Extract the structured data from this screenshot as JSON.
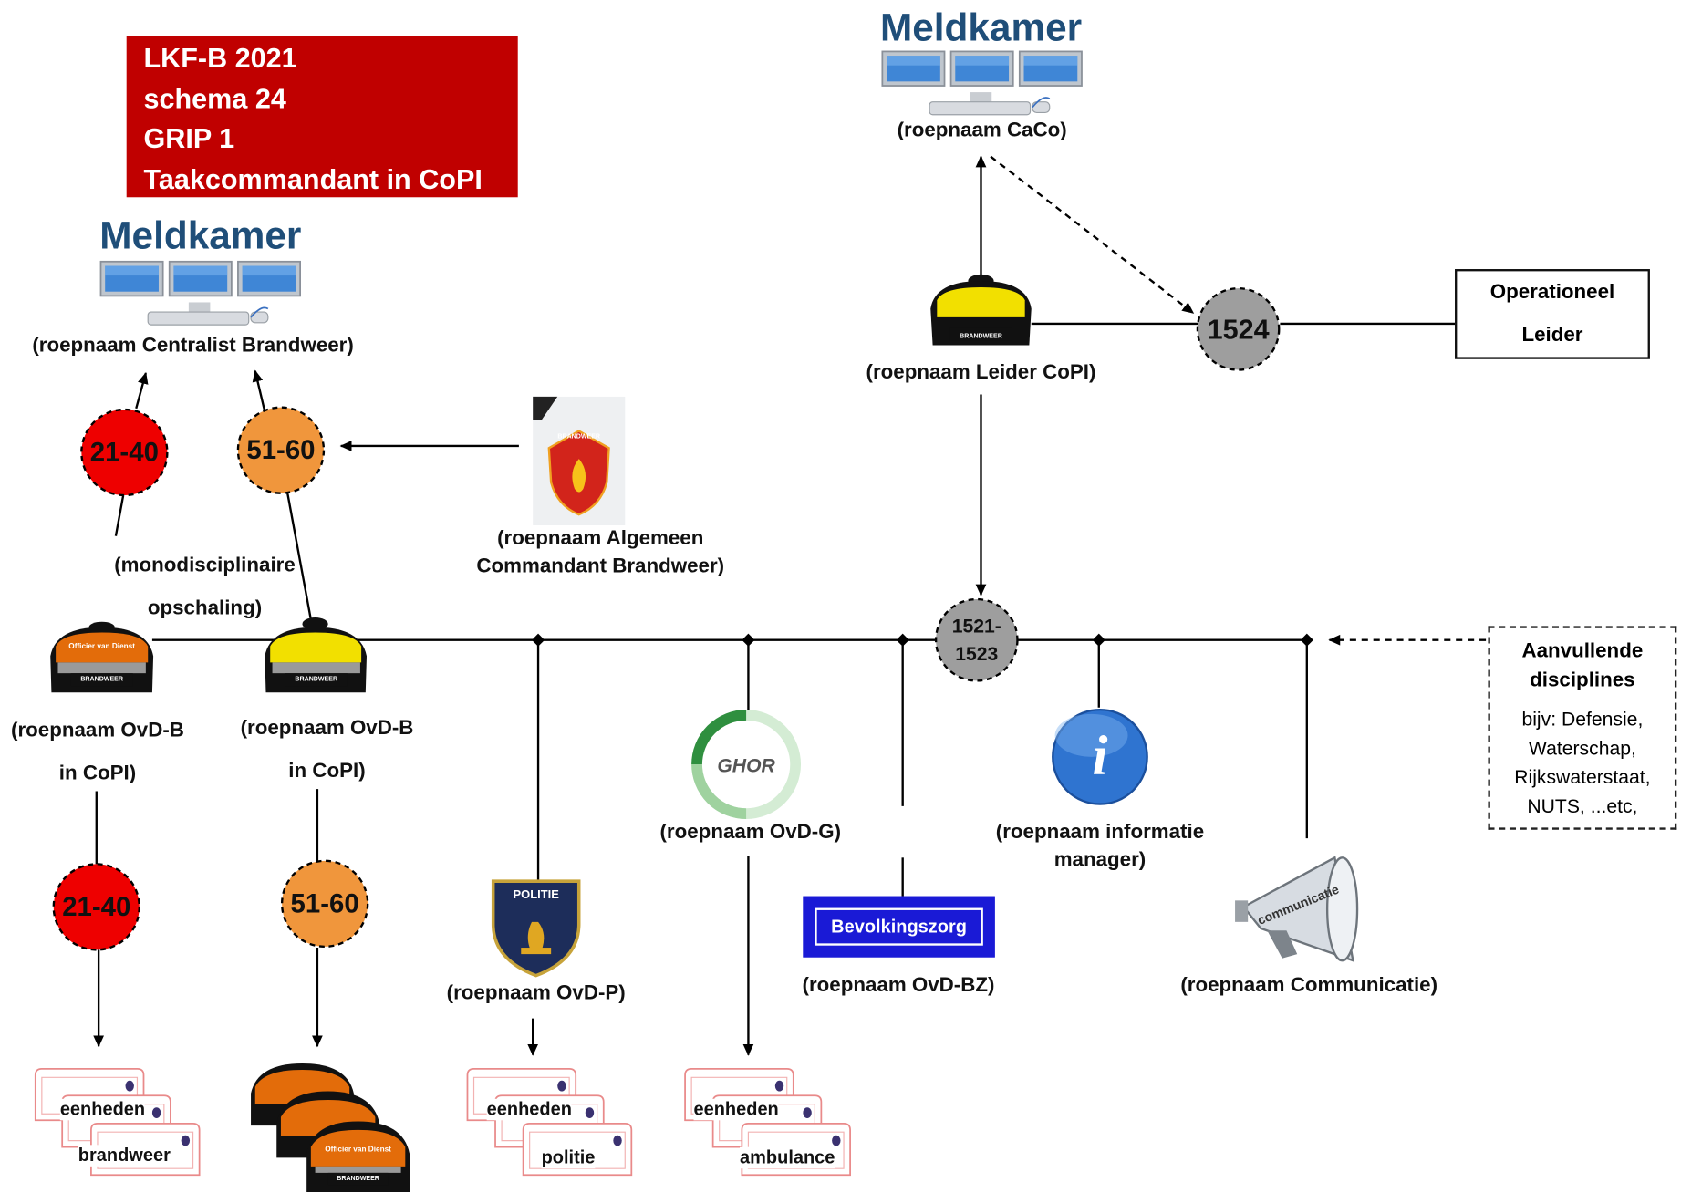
{
  "title_box": {
    "lines": [
      "LKF-B 2021",
      "schema 24",
      "GRIP 1",
      "Taakcommandant in CoPI"
    ],
    "color": "#c00000"
  },
  "meldkamer_left": {
    "title": "Meldkamer",
    "label": "(roepnaam Centralist Brandweer)"
  },
  "meldkamer_top": {
    "title": "Meldkamer",
    "label": "(roepnaam CaCo)"
  },
  "leider_copi": {
    "label": "(roepnaam Leider CoPI)",
    "helmet_text": "BRANDWEER"
  },
  "node_1524": {
    "text": "1524"
  },
  "operationeel_leider": {
    "line1": "Operationeel",
    "line2": "Leider"
  },
  "node_1521": {
    "line1": "1521-",
    "line2": "1523"
  },
  "channel_21_40": {
    "text": "21-40",
    "color": "#ee0000"
  },
  "channel_51_60": {
    "text": "51-60",
    "color": "#f0963c"
  },
  "mono_label": {
    "line1": "(monodisciplinaire",
    "line2": "opschaling)"
  },
  "algemeen_commandant": {
    "line1": "(roepnaam Algemeen",
    "line2": "Commandant Brandweer)",
    "badge_text": "BRANDWEER"
  },
  "ovd_b_1": {
    "line1": "(roepnaam OvD-B",
    "line2": "in CoPI)",
    "helmet_text": "Officier van Dienst",
    "helmet_sub": "BRANDWEER"
  },
  "ovd_b_2": {
    "line1": "(roepnaam OvD-B",
    "line2": "in CoPI)",
    "helmet_sub": "BRANDWEER"
  },
  "ovd_p": {
    "label": "(roepnaam  OvD-P)",
    "badge_text": "POLITIE"
  },
  "ovd_g": {
    "label": "(roepnaam OvD-G)",
    "logo_text": "GHOR"
  },
  "ovd_bz": {
    "label": "(roepnaam OvD-BZ)",
    "button_text": "Bevolkingszorg"
  },
  "info_manager": {
    "line1": "(roepnaam informatie",
    "line2": "manager)",
    "icon_text": "i"
  },
  "communicatie": {
    "label": "(roepnaam Communicatie)",
    "megaphone_text": "communicatie"
  },
  "aanvullende": {
    "title1": "Aanvullende",
    "title2": "disciplines",
    "body": [
      "bijv: Defensie,",
      "Waterschap,",
      "Rijkswaterstaat,",
      "NUTS, ...etc,"
    ]
  },
  "units": {
    "brandweer": {
      "line1": "eenheden",
      "line2": "brandweer"
    },
    "politie": {
      "line1": "eenheden",
      "line2": "politie"
    },
    "ambulance": {
      "line1": "eenheden",
      "line2": "ambulance"
    },
    "officers_helmet_text": "Officier van Dienst",
    "officers_helmet_sub": "BRANDWEER"
  },
  "colors": {
    "meldkamer_blue": "#1f4e79",
    "grey_node": "#9e9e9e",
    "helmet_yellow": "#f2e000",
    "helmet_orange": "#e36c0a",
    "unit_outline": "#e98a8a",
    "bz_blue": "#1a1ad6"
  }
}
